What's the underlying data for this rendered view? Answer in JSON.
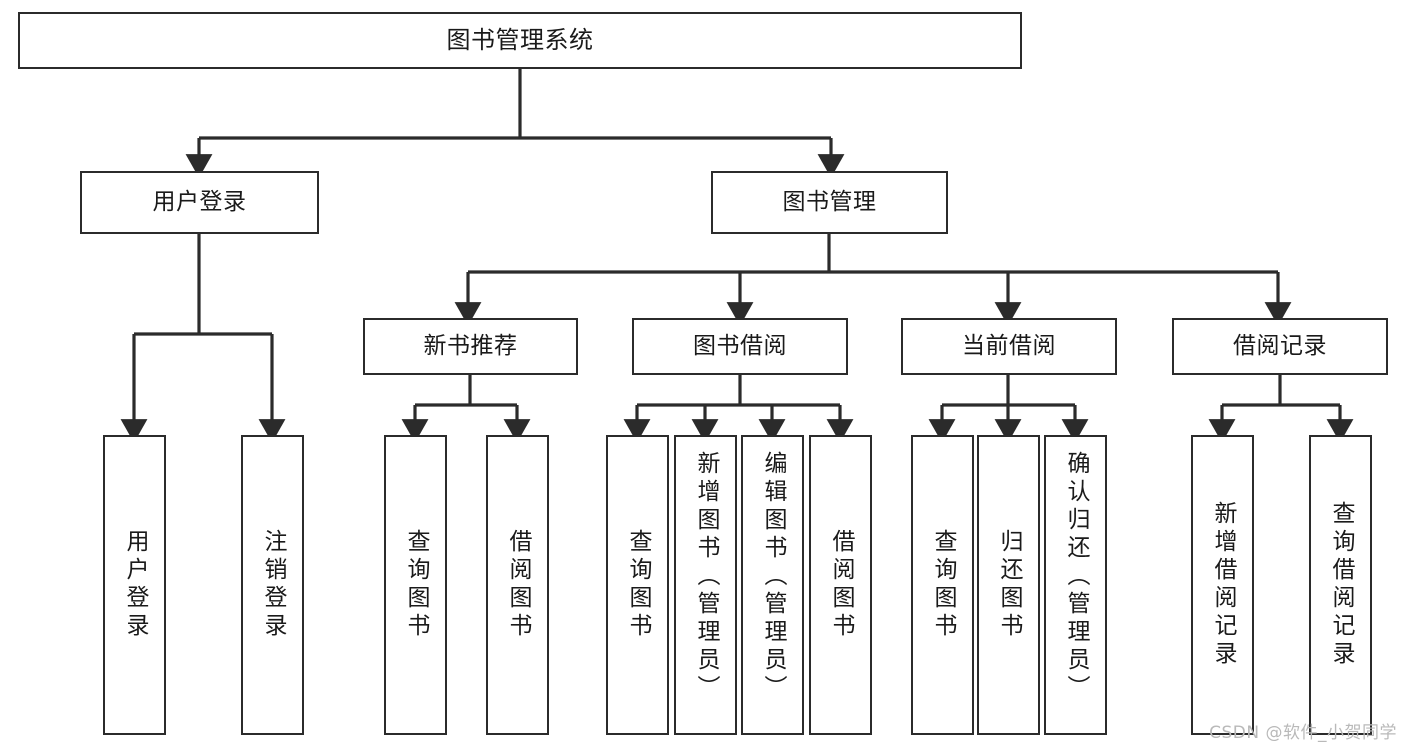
{
  "diagram": {
    "title": "图书管理系统",
    "type": "tree-hierarchy-chart",
    "line_color": "#2b2b2b",
    "box_fill": "#ffffff",
    "text_color": "#1a1a1a",
    "watermark": "CSDN @软件_小贺同学"
  },
  "nodes": {
    "root": {
      "label": "图书管理系统"
    },
    "level2": [
      {
        "id": "user-login",
        "label": "用户登录"
      },
      {
        "id": "book-manage",
        "label": "图书管理"
      }
    ],
    "level3": [
      {
        "id": "new-book-recommend",
        "label": "新书推荐"
      },
      {
        "id": "book-borrow",
        "label": "图书借阅"
      },
      {
        "id": "current-borrow",
        "label": "当前借阅"
      },
      {
        "id": "borrow-record",
        "label": "借阅记录"
      }
    ],
    "leaves": {
      "user-login": [
        {
          "id": "leaf-user-login",
          "label": "用户登录"
        },
        {
          "id": "leaf-logout-login",
          "label": "注销登录"
        }
      ],
      "new-book-recommend": [
        {
          "id": "leaf-query-book-1",
          "label": "查询图书"
        },
        {
          "id": "leaf-borrow-book-1",
          "label": "借阅图书"
        }
      ],
      "book-borrow": [
        {
          "id": "leaf-query-book-2",
          "label": "查询图书"
        },
        {
          "id": "leaf-add-book",
          "label": "新增图书（管理员）"
        },
        {
          "id": "leaf-edit-book",
          "label": "编辑图书（管理员）"
        },
        {
          "id": "leaf-borrow-book-2",
          "label": "借阅图书"
        }
      ],
      "current-borrow": [
        {
          "id": "leaf-query-book-3",
          "label": "查询图书"
        },
        {
          "id": "leaf-return-book",
          "label": "归还图书"
        },
        {
          "id": "leaf-confirm-return",
          "label": "确认归还（管理员）"
        }
      ],
      "borrow-record": [
        {
          "id": "leaf-add-record",
          "label": "新增借阅记录"
        },
        {
          "id": "leaf-query-record",
          "label": "查询借阅记录"
        }
      ]
    }
  }
}
